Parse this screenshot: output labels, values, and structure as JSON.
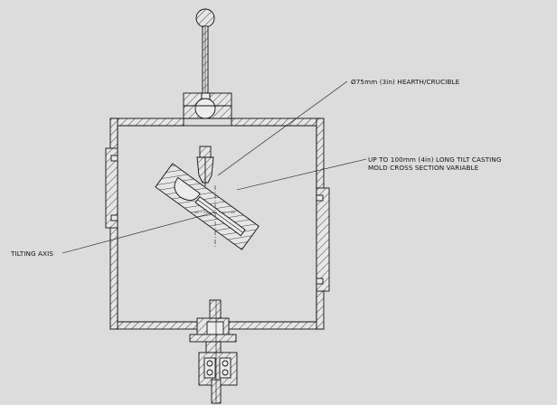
{
  "callouts": {
    "hearth": "Ø75mm (3in) HEARTH/CRUCIBLE",
    "mold_line1": "UP TO 100mm (4in) LONG TILT CASTING",
    "mold_line2": "MOLD CROSS SECTION VARIABLE",
    "tilting_axis": "TILTING AXIS"
  },
  "colors": {
    "background": "#dcdcdc",
    "ink": "#111111"
  }
}
